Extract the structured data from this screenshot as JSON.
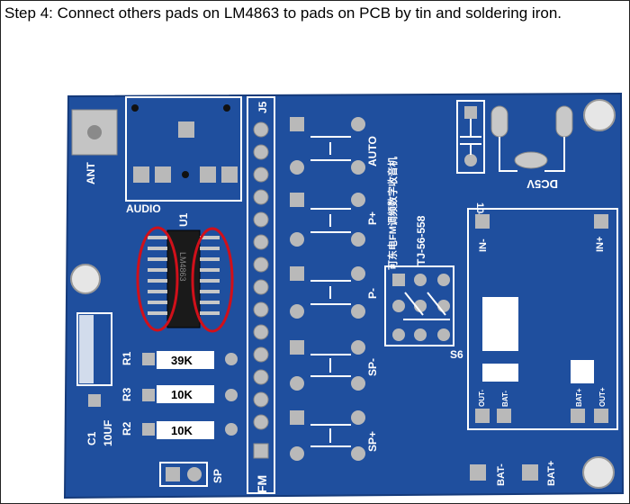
{
  "caption": "Step 4: Connect others pads on LM4863 to pads on PCB by tin and soldering iron.",
  "colors": {
    "pcb": "#1f4f9e",
    "pcb_dark": "#173f86",
    "silk": "#ffffff",
    "pad": "#b9b9b9",
    "highlight": "#d0101a"
  },
  "labels": {
    "ant": "ANT",
    "audio": "AUDIO",
    "u1": "U1",
    "j5": "J5",
    "fm": "FM",
    "auto": "AUTO",
    "p_plus": "P+",
    "p_minus": "P-",
    "sp_minus": "SP-",
    "sp_plus": "SP+",
    "chinese": "可东电FM调频数字收音机",
    "model": "TJ-56-558",
    "s6": "S6",
    "cap104": "104",
    "dc5v": "DC5V",
    "in_minus": "IN-",
    "in_plus": "IN+",
    "out_minus_1": "OUT-",
    "bat_minus_small": "BAT-",
    "bat_plus_small": "BAT+",
    "out_plus": "OUT+",
    "r1": "R1",
    "r3": "R3",
    "r2": "R2",
    "c1": "C1",
    "c1_val": "10UF",
    "sp": "SP",
    "bat_minus": "BAT-",
    "bat_plus": "BAT+",
    "chip_text": "LM4863"
  },
  "resistors": [
    {
      "ref": "R1",
      "value": "39K"
    },
    {
      "ref": "R3",
      "value": "10K"
    },
    {
      "ref": "R2",
      "value": "10K"
    }
  ]
}
